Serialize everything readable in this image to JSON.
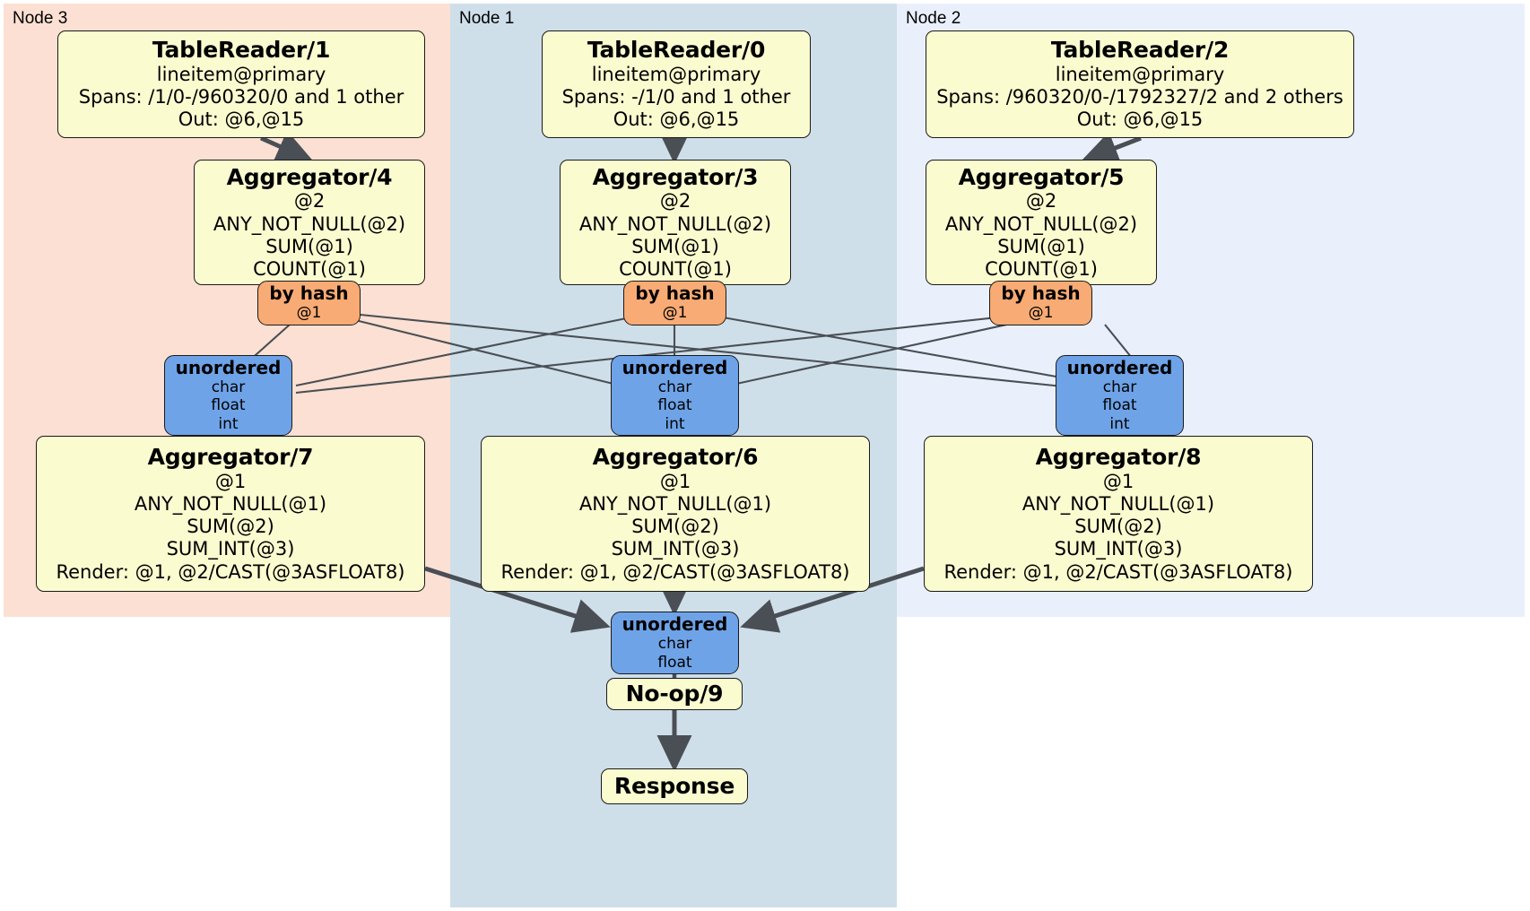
{
  "diagram": {
    "type": "distributed-query-plan",
    "title": "",
    "colors": {
      "node3_panel": "#fbe0d3",
      "node1_panel": "#cfdfea",
      "node2_panel": "#eaf0fb",
      "processor_box": "#fbfbd0",
      "hash_router": "#f8ab74",
      "unordered_router": "#6ea3e8",
      "edge": "#4a4f55",
      "border": "#1a1a1a"
    }
  },
  "panels": [
    {
      "id": "node3",
      "label": "Node 3"
    },
    {
      "id": "node1",
      "label": "Node 1"
    },
    {
      "id": "node2",
      "label": "Node 2"
    }
  ],
  "processors": {
    "tablereader_1": {
      "title": "TableReader/1",
      "lines": [
        "lineitem@primary",
        "Spans: /1/0-/960320/0 and 1 other",
        "Out: @6,@15"
      ]
    },
    "tablereader_0": {
      "title": "TableReader/0",
      "lines": [
        "lineitem@primary",
        "Spans: -/1/0 and 1 other",
        "Out: @6,@15"
      ]
    },
    "tablereader_2": {
      "title": "TableReader/2",
      "lines": [
        "lineitem@primary",
        "Spans: /960320/0-/1792327/2 and 2 others",
        "Out: @6,@15"
      ]
    },
    "aggregator_4": {
      "title": "Aggregator/4",
      "lines": [
        "@2",
        "ANY_NOT_NULL(@2)",
        "SUM(@1)",
        "COUNT(@1)"
      ]
    },
    "aggregator_3": {
      "title": "Aggregator/3",
      "lines": [
        "@2",
        "ANY_NOT_NULL(@2)",
        "SUM(@1)",
        "COUNT(@1)"
      ]
    },
    "aggregator_5": {
      "title": "Aggregator/5",
      "lines": [
        "@2",
        "ANY_NOT_NULL(@2)",
        "SUM(@1)",
        "COUNT(@1)"
      ]
    },
    "aggregator_7": {
      "title": "Aggregator/7",
      "lines": [
        "@1",
        "ANY_NOT_NULL(@1)",
        "SUM(@2)",
        "SUM_INT(@3)",
        "Render: @1, @2/CAST(@3ASFLOAT8)"
      ]
    },
    "aggregator_6": {
      "title": "Aggregator/6",
      "lines": [
        "@1",
        "ANY_NOT_NULL(@1)",
        "SUM(@2)",
        "SUM_INT(@3)",
        "Render: @1, @2/CAST(@3ASFLOAT8)"
      ]
    },
    "aggregator_8": {
      "title": "Aggregator/8",
      "lines": [
        "@1",
        "ANY_NOT_NULL(@1)",
        "SUM(@2)",
        "SUM_INT(@3)",
        "Render: @1, @2/CAST(@3ASFLOAT8)"
      ]
    },
    "noop_9": {
      "title": "No-op/9",
      "lines": []
    },
    "response": {
      "title": "Response",
      "lines": []
    }
  },
  "routers": {
    "hash_4": {
      "title": "by hash",
      "lines": [
        "@1"
      ]
    },
    "hash_3": {
      "title": "by hash",
      "lines": [
        "@1"
      ]
    },
    "hash_5": {
      "title": "by hash",
      "lines": [
        "@1"
      ]
    },
    "unordered_7": {
      "title": "unordered",
      "lines": [
        "char",
        "float",
        "int"
      ]
    },
    "unordered_6": {
      "title": "unordered",
      "lines": [
        "char",
        "float",
        "int"
      ]
    },
    "unordered_8": {
      "title": "unordered",
      "lines": [
        "char",
        "float",
        "int"
      ]
    },
    "unordered_final": {
      "title": "unordered",
      "lines": [
        "char",
        "float"
      ]
    }
  }
}
